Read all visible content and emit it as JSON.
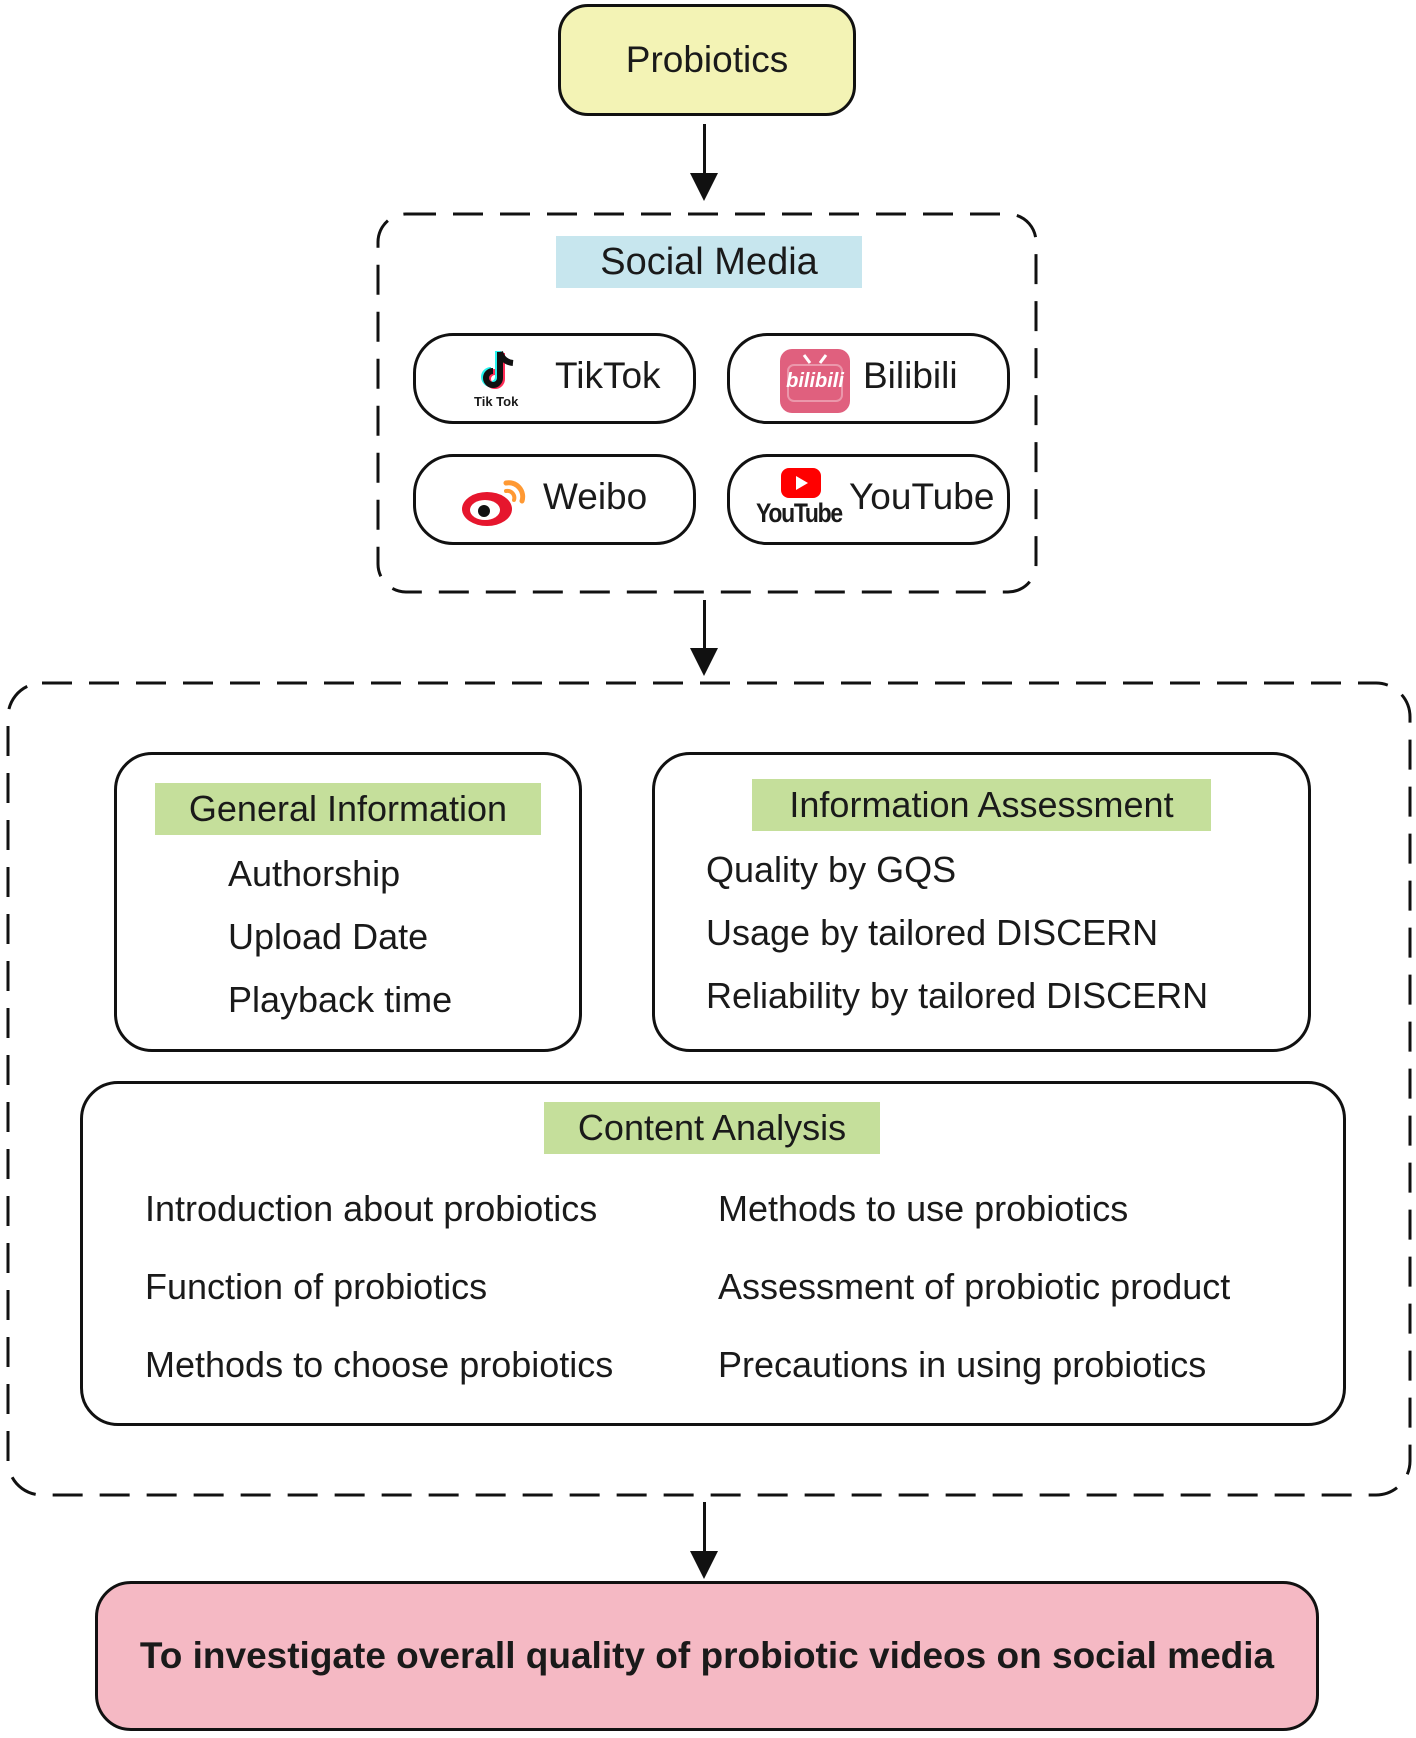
{
  "start": {
    "label": "Probiotics"
  },
  "social_media": {
    "title": "Social Media",
    "platforms": [
      {
        "name": "TikTok",
        "logo_caption": "Tik Tok",
        "icon": "tiktok-logo-icon"
      },
      {
        "name": "Bilibili",
        "logo_caption": "bilibili",
        "icon": "bilibili-logo-icon"
      },
      {
        "name": "Weibo",
        "icon": "weibo-logo-icon"
      },
      {
        "name": "YouTube",
        "logo_caption": "YouTube",
        "icon": "youtube-logo-icon"
      }
    ]
  },
  "general_information": {
    "title": "General Information",
    "items": [
      "Authorship",
      "Upload Date",
      "Playback time"
    ]
  },
  "information_assessment": {
    "title": "Information Assessment",
    "items": [
      "Quality by GQS",
      "Usage by tailored DISCERN",
      "Reliability by tailored DISCERN"
    ]
  },
  "content_analysis": {
    "title": "Content Analysis",
    "left_items": [
      "Introduction about probiotics",
      "Function of probiotics",
      "Methods to choose probiotics"
    ],
    "right_items": [
      "Methods to use probiotics",
      "Assessment of probiotic product",
      "Precautions in using probiotics"
    ]
  },
  "goal": {
    "label": "To investigate overall quality of probiotic videos on social media"
  },
  "colors": {
    "start_fill": "#f3f3b5",
    "social_tag": "#c7e6ee",
    "section_tag": "#c5df9b",
    "goal_fill": "#f5b9c4",
    "tiktok_cyan": "#25f4ee",
    "tiktok_red": "#fe2c55",
    "bilibili_pink": "#e0607e",
    "weibo_red": "#e6162d",
    "weibo_orange": "#ff9933",
    "youtube_red": "#ff0000"
  }
}
